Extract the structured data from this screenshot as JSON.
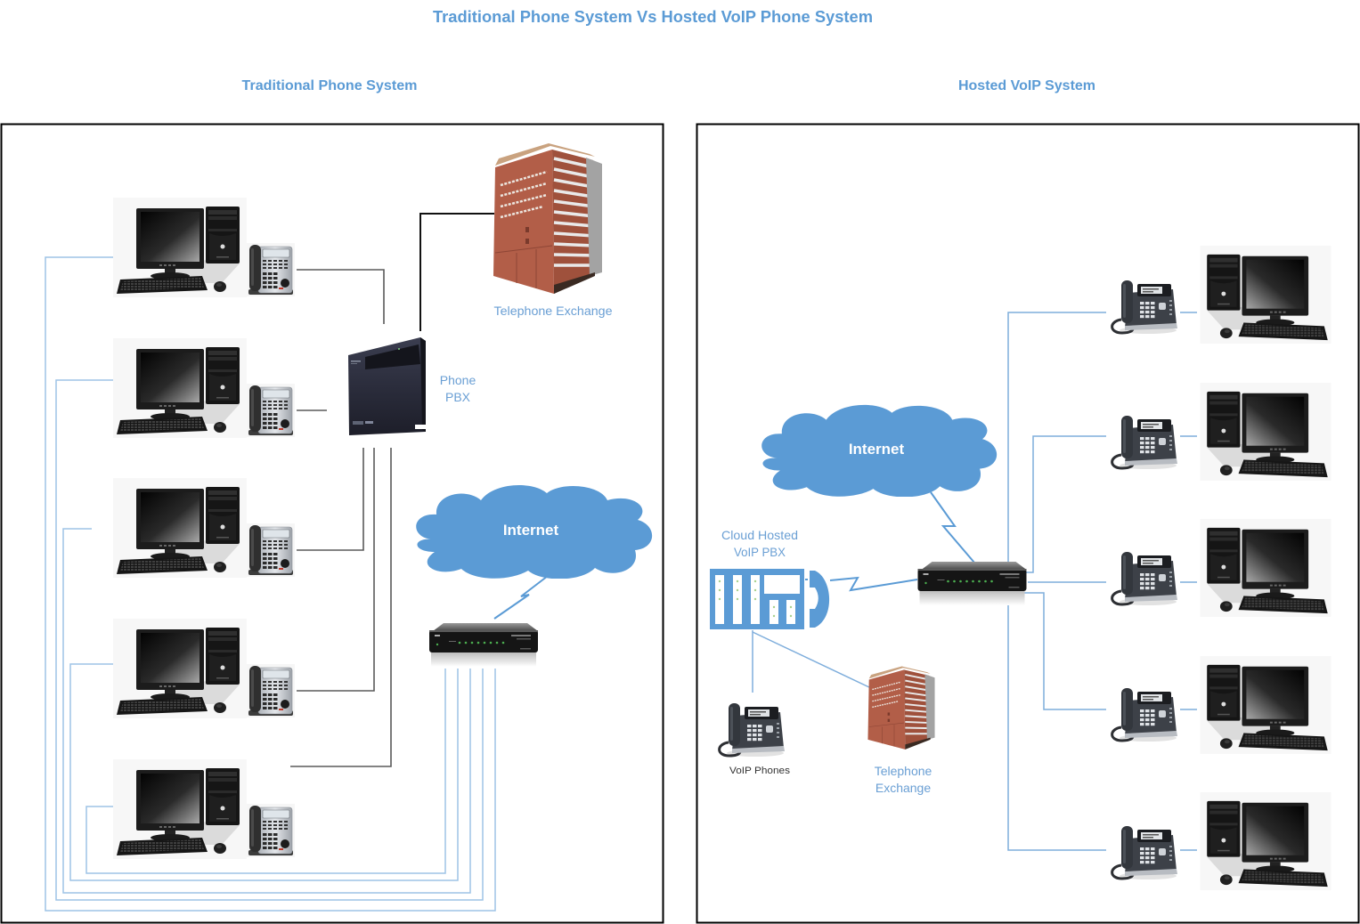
{
  "title": "Traditional Phone System Vs Hosted VoIP Phone System",
  "traditional": {
    "heading": "Traditional Phone System",
    "telephone_exchange_label": "Telephone Exchange",
    "pbx_label_line1": "Phone",
    "pbx_label_line2": "PBX",
    "internet_label": "Internet",
    "workstation_icons": {
      "computer": "desktop-computer-icon",
      "phone": "desk-phone-icon"
    },
    "workstation_count": 5
  },
  "hosted": {
    "heading": "Hosted VoIP System",
    "internet_label": "Internet",
    "cloud_pbx_label_line1": "Cloud Hosted",
    "cloud_pbx_label_line2": "VoIP PBX",
    "voip_phones_label": "VoIP Phones",
    "telephone_exchange_label_line1": "Telephone",
    "telephone_exchange_label_line2": "Exchange",
    "workstation_icons": {
      "computer": "desktop-computer-icon",
      "phone": "voip-phone-icon"
    },
    "workstation_count": 5
  },
  "colors": {
    "accent": "#5b9bd5",
    "label": "#6a9fd4",
    "cloud": "#5b9bd5",
    "line_blue": "#9dc3e6",
    "line_blue2": "#7faedc",
    "line_gray": "#5a5a5a",
    "dark_label": "#333333"
  }
}
